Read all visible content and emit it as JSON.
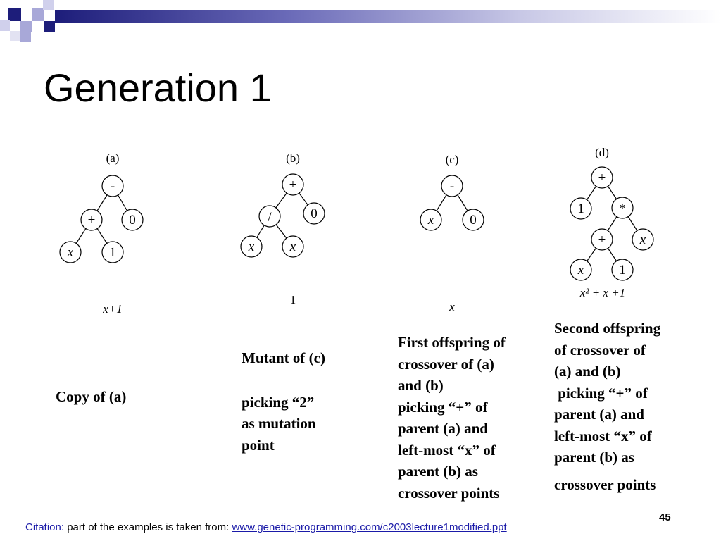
{
  "slide": {
    "title": "Generation 1",
    "number": "45"
  },
  "colors": {
    "navy": "#1d1d7a",
    "lavender": "#a8a8d8",
    "link": "#1a1aa8"
  },
  "panels": [
    {
      "label": "(a)",
      "nodes": [
        "-",
        "+",
        "0",
        "x",
        "1"
      ],
      "formula": "x+1",
      "description": [
        "Copy of (a)"
      ]
    },
    {
      "label": "(b)",
      "nodes": [
        "+",
        "/",
        "0",
        "x",
        "x"
      ],
      "formula": "1",
      "description": [
        "Mutant of (c)",
        "",
        "picking “2”",
        "as mutation",
        "point"
      ]
    },
    {
      "label": "(c)",
      "nodes": [
        "-",
        "x",
        "0"
      ],
      "formula": "x",
      "description": [
        "First offspring of",
        "crossover of (a)",
        "and (b)",
        "picking “+” of",
        "parent (a) and",
        "left-most “x” of",
        "parent (b) as",
        "crossover points"
      ]
    },
    {
      "label": "(d)",
      "nodes": [
        "+",
        "1",
        "*",
        "+",
        "x",
        "x",
        "1"
      ],
      "formula": "x² + x +1",
      "description": [
        "Second offspring",
        "of crossover of",
        "(a) and (b)",
        " picking “+” of",
        "parent (a) and",
        "left-most “x” of",
        "parent (b) as",
        "crossover points"
      ]
    }
  ],
  "citation": {
    "label": "Citation:",
    "text": " part of the examples is taken from: ",
    "link": "www.genetic-programming.com/c2003lecture1modified.ppt"
  }
}
